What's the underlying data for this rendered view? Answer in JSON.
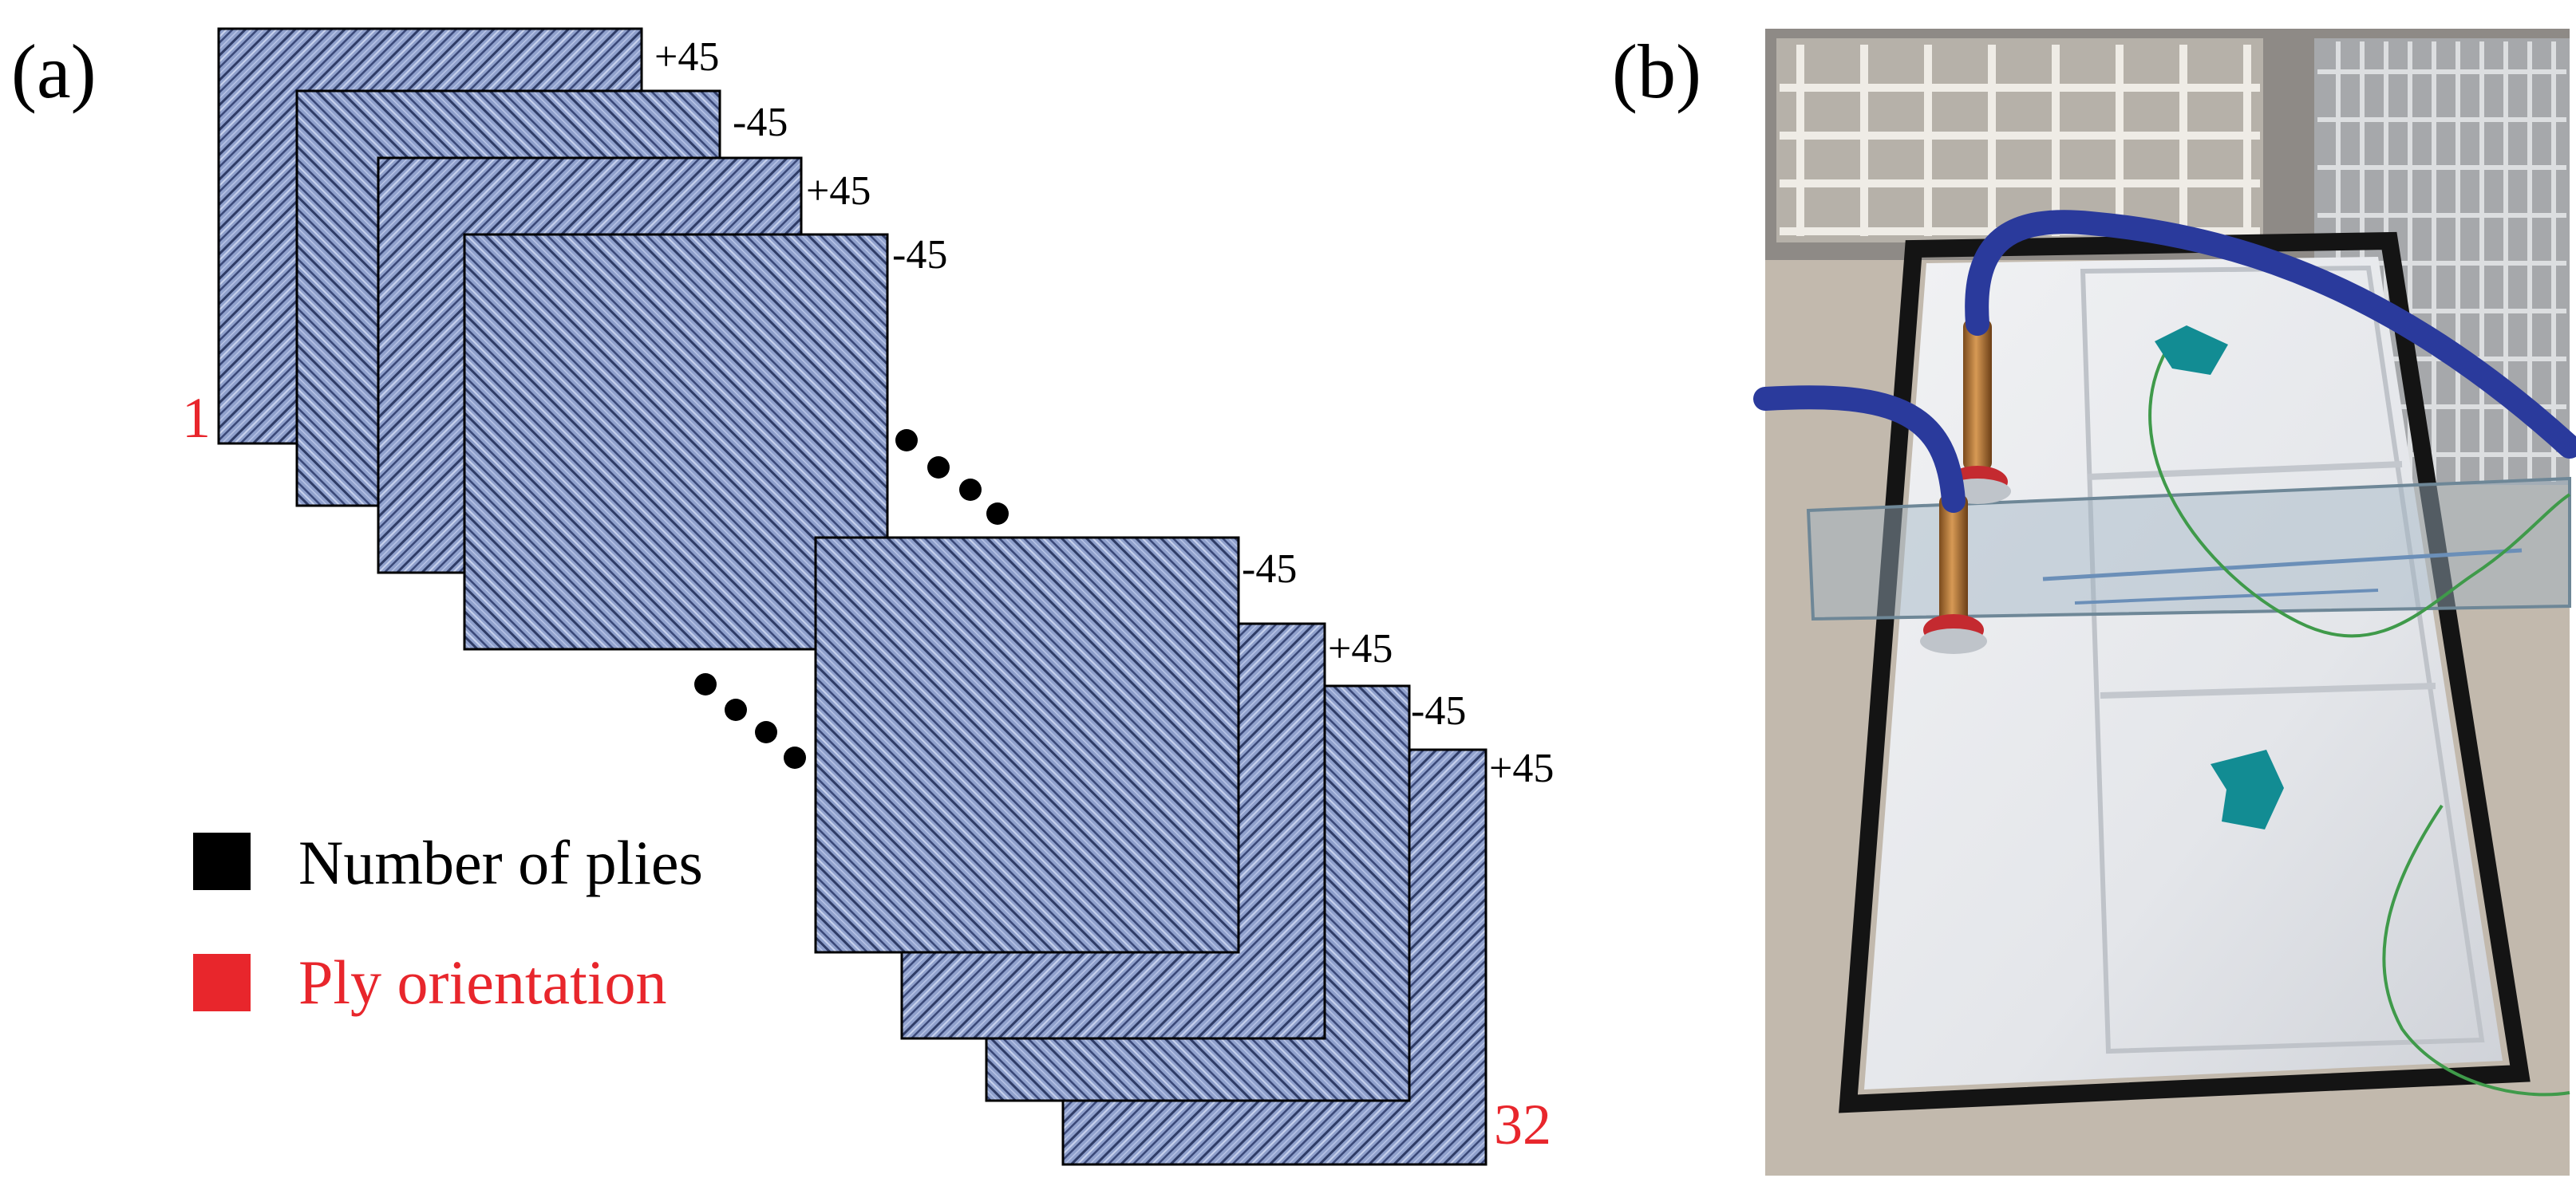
{
  "panel_a": {
    "label": "(a)",
    "first_ply_number": "1",
    "last_ply_number": "32",
    "top_stack": [
      {
        "orientation": "+45",
        "angle": 45
      },
      {
        "orientation": "-45",
        "angle": -45
      },
      {
        "orientation": "+45",
        "angle": 45
      },
      {
        "orientation": "-45",
        "angle": -45
      }
    ],
    "bottom_stack": [
      {
        "orientation": "-45",
        "angle": -45
      },
      {
        "orientation": "+45",
        "angle": 45
      },
      {
        "orientation": "-45",
        "angle": -45
      },
      {
        "orientation": "+45",
        "angle": 45
      }
    ],
    "legend": [
      {
        "text": "Number of plies",
        "color": "#000000"
      },
      {
        "text": "Ply orientation",
        "color": "#e8262c"
      }
    ]
  },
  "panel_b": {
    "label": "(b)"
  },
  "colors": {
    "ply_fill": "#8fa0cc",
    "ply_stripe": "#2f3c66",
    "ply_highlight": "#c9d3ee",
    "accent_red": "#e8262c",
    "hose_blue": "#2a3a9c",
    "tape_teal": "#128c93"
  }
}
